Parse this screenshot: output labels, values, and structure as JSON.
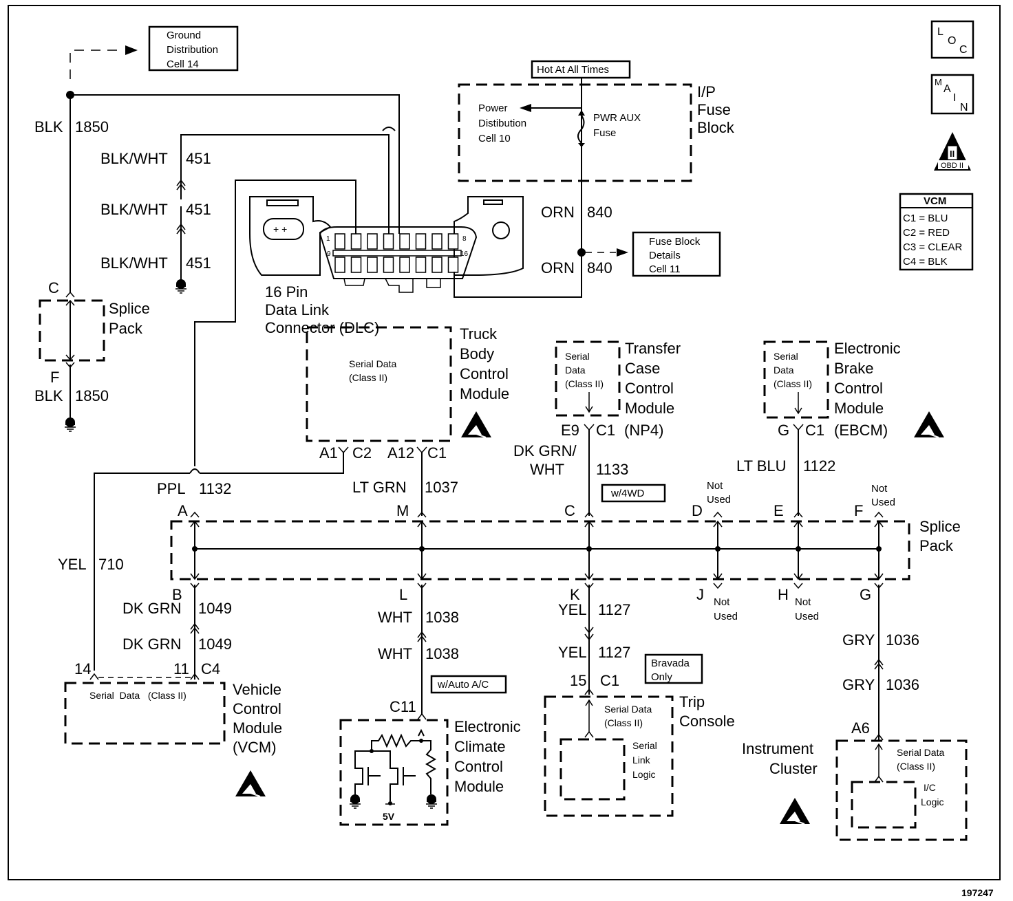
{
  "diagram": {
    "figure_number": "197247",
    "badges": {
      "loc": [
        "L",
        "O",
        "C"
      ],
      "main": [
        "M",
        "A",
        "I",
        "N"
      ],
      "obd": "OBD II",
      "obd_numeral": "II"
    },
    "vcm_legend": {
      "title": "VCM",
      "rows": [
        "C1 = BLU",
        "C2 = RED",
        "C3 = CLEAR",
        "C4 = BLK"
      ]
    },
    "ground_dist": [
      "Ground",
      "Distribution",
      "Cell 14"
    ],
    "hot_label": "Hot At All Times",
    "fuse_block": {
      "title": [
        "I/P",
        "Fuse",
        "Block"
      ],
      "power_dist": [
        "Power",
        "Distibution",
        "Cell 10"
      ],
      "fuse": [
        "PWR AUX",
        "Fuse"
      ]
    },
    "fuse_details": [
      "Fuse Block",
      "Details",
      "Cell 11"
    ],
    "wires": {
      "blk1850_top": [
        "BLK",
        "1850"
      ],
      "blkwht1": [
        "BLK/WHT",
        "451"
      ],
      "blkwht2": [
        "BLK/WHT",
        "451"
      ],
      "blkwht3": [
        "BLK/WHT",
        "451"
      ],
      "orn1": [
        "ORN",
        "840"
      ],
      "orn2": [
        "ORN",
        "840"
      ],
      "blk1850_bot": [
        "BLK",
        "1850"
      ],
      "ppl": [
        "PPL",
        "1132"
      ],
      "ltgrn": [
        "LT GRN",
        "1037"
      ],
      "dkgrnwht": [
        "DK GRN/",
        "WHT",
        "1133"
      ],
      "ltblu": [
        "LT BLU",
        "1122"
      ],
      "yel710": [
        "YEL",
        "710"
      ],
      "dkgrn1": [
        "DK GRN",
        "1049"
      ],
      "dkgrn2": [
        "DK GRN",
        "1049"
      ],
      "wht1": [
        "WHT",
        "1038"
      ],
      "wht2": [
        "WHT",
        "1038"
      ],
      "yel1": [
        "YEL",
        "1127"
      ],
      "yel2": [
        "YEL",
        "1127"
      ],
      "gry1": [
        "GRY",
        "1036"
      ],
      "gry2": [
        "GRY",
        "1036"
      ]
    },
    "dlc": {
      "label": [
        "16 Pin",
        "Data Link",
        "Connector (DLC)"
      ],
      "pins": [
        "1",
        "8",
        "9",
        "16"
      ]
    },
    "splice_left": {
      "label": [
        "Splice",
        "Pack"
      ],
      "top": "C",
      "bottom": "F"
    },
    "splice_main": {
      "label": [
        "Splice",
        "Pack"
      ],
      "top": [
        "A",
        "M",
        "C",
        "D",
        "E",
        "F"
      ],
      "bottom": [
        "B",
        "L",
        "K",
        "J",
        "H",
        "G"
      ],
      "not_used": "Not Used"
    },
    "tbcm": {
      "inner": [
        "Serial Data",
        "(Class II)"
      ],
      "title": [
        "Truck",
        "Body",
        "Control",
        "Module"
      ],
      "pins": [
        "A1",
        "C2",
        "A12",
        "C1"
      ]
    },
    "tccm": {
      "inner": [
        "Serial",
        "Data",
        "(Class II)"
      ],
      "title": [
        "Transfer",
        "Case",
        "Control",
        "Module"
      ],
      "pins": [
        "E9",
        "C1",
        "(NP4)"
      ],
      "option": "w/4WD"
    },
    "ebcm": {
      "inner": [
        "Serial",
        "Data",
        "(Class II)"
      ],
      "title": [
        "Electronic",
        "Brake",
        "Control",
        "Module"
      ],
      "pins": [
        "G",
        "C1",
        "(EBCM)"
      ]
    },
    "vcm": {
      "inner": "Serial  Data   (Class II)",
      "title": [
        "Vehicle",
        "Control",
        "Module",
        "(VCM)"
      ],
      "pins": [
        "14",
        "11",
        "C4"
      ]
    },
    "eccm": {
      "title": [
        "Electronic",
        "Climate",
        "Control",
        "Module"
      ],
      "pin": "C11",
      "option": "w/Auto A/C",
      "voltage": "5V"
    },
    "trip": {
      "title": [
        "Trip",
        "Console"
      ],
      "inner": [
        "Serial Data",
        "(Class II)"
      ],
      "logic": [
        "Serial",
        "Link",
        "Logic"
      ],
      "pins": [
        "15",
        "C1"
      ],
      "option": [
        "Bravada",
        "Only"
      ]
    },
    "ipc": {
      "title": [
        "Instrument",
        "Cluster"
      ],
      "inner": [
        "Serial Data",
        "(Class II)"
      ],
      "logic": [
        "I/C",
        "Logic"
      ],
      "pin": "A6"
    }
  }
}
